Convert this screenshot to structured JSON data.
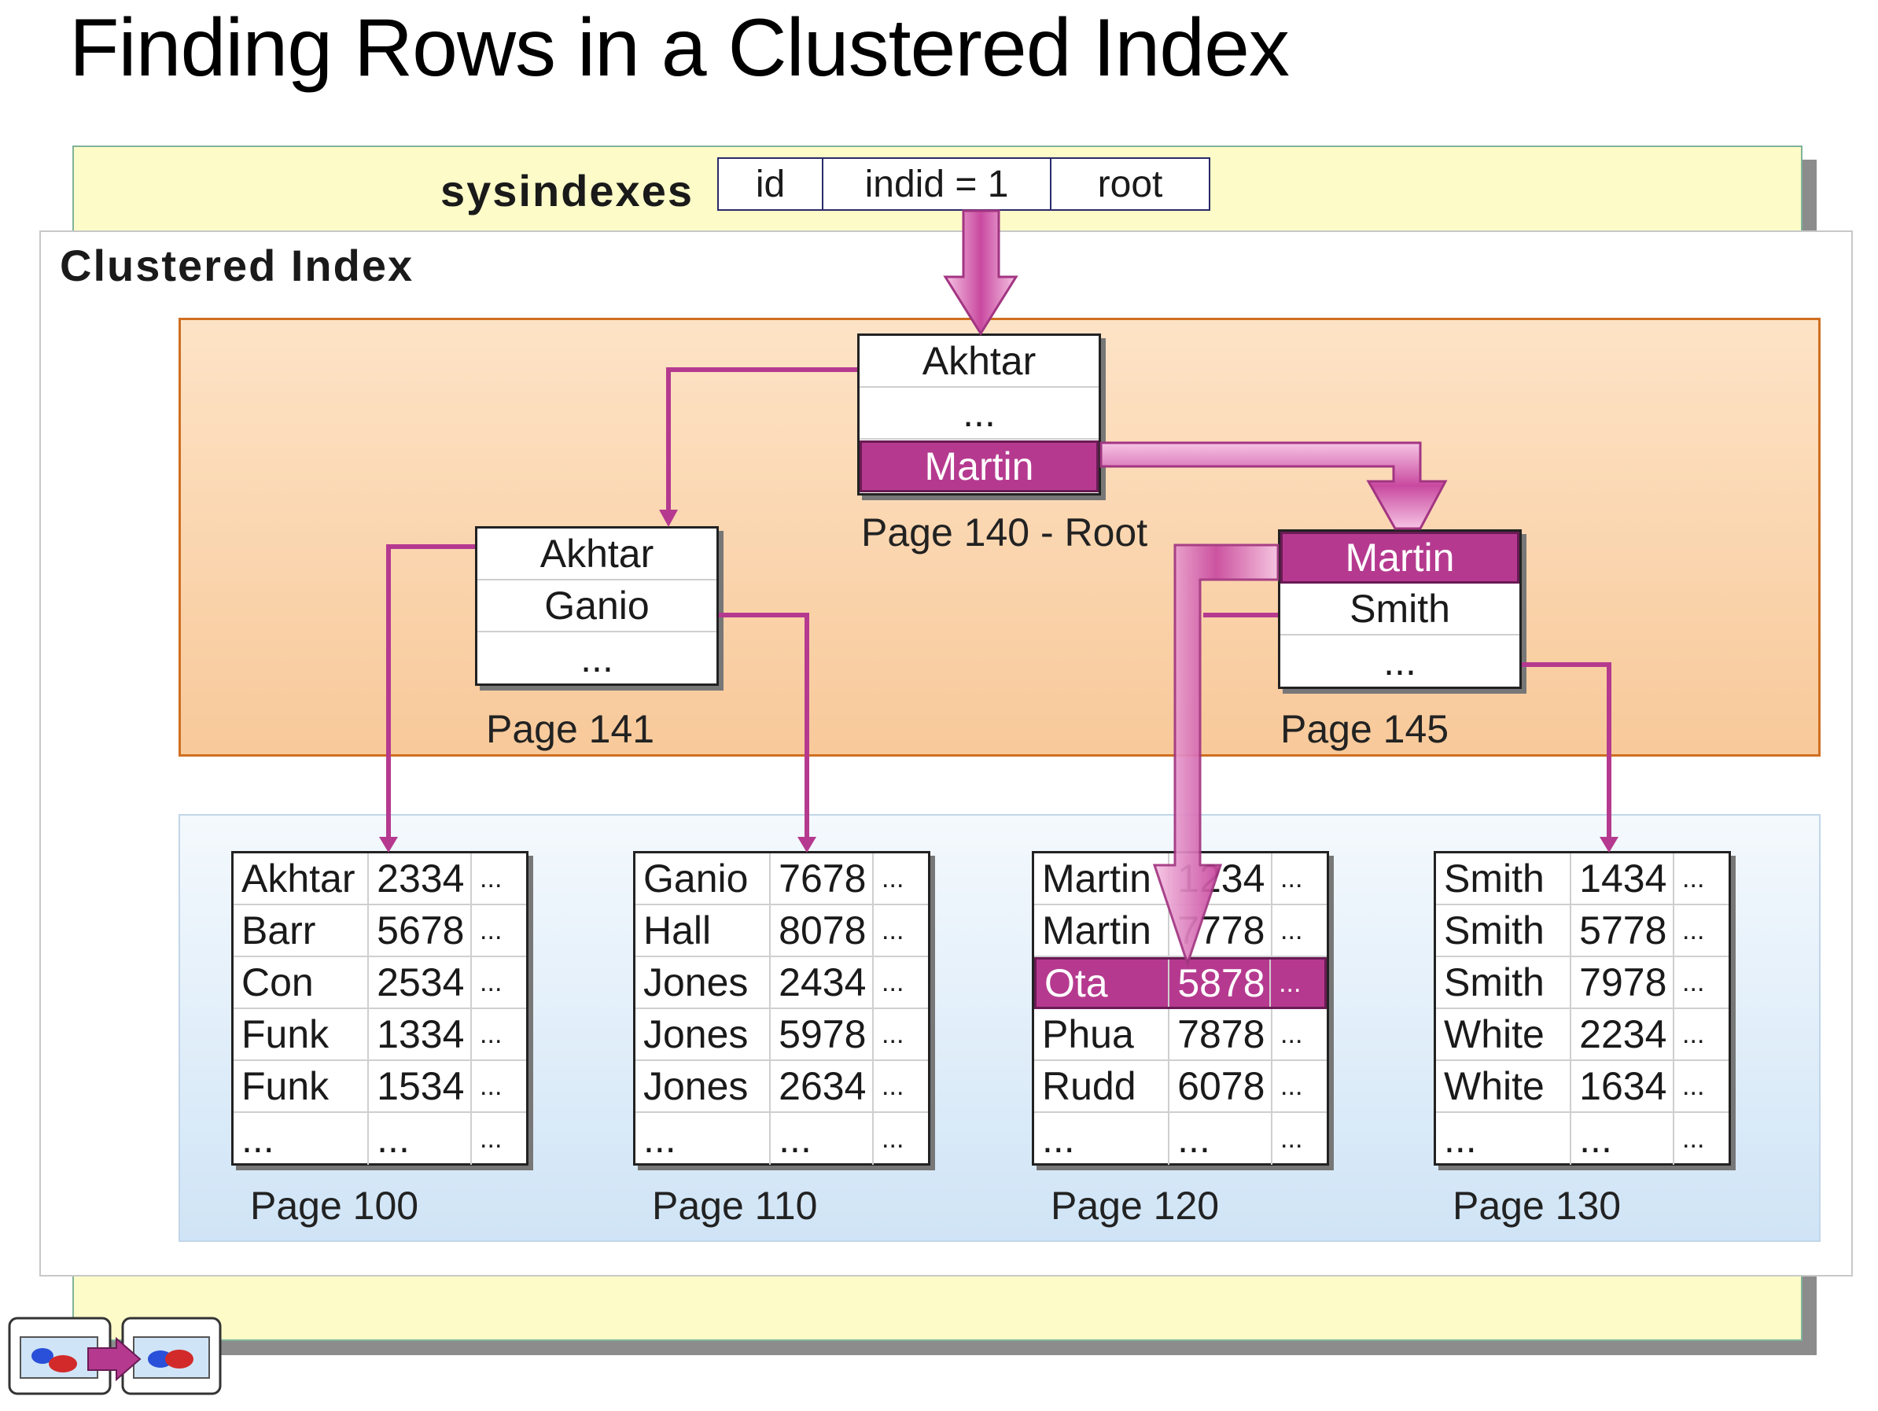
{
  "title": "Finding Rows in a Clustered Index",
  "sysindexes": {
    "label": "sysindexes",
    "columns": [
      "id",
      "indid = 1",
      "root"
    ]
  },
  "clustered_index_label": "Clustered Index",
  "root_page": {
    "rows": [
      "Akhtar",
      "...",
      "Martin"
    ],
    "highlighted_row": 2,
    "caption": "Page 140 - Root"
  },
  "intermediate_pages": [
    {
      "rows": [
        "Akhtar",
        "Ganio",
        "..."
      ],
      "highlighted_row": null,
      "caption": "Page 141"
    },
    {
      "rows": [
        "Martin",
        "Smith",
        "..."
      ],
      "highlighted_row": 0,
      "caption": "Page 145"
    }
  ],
  "leaf_pages": [
    {
      "caption": "Page 100",
      "rows": [
        [
          "Akhtar",
          "2334",
          "..."
        ],
        [
          "Barr",
          "5678",
          "..."
        ],
        [
          "Con",
          "2534",
          "..."
        ],
        [
          "Funk",
          "1334",
          "..."
        ],
        [
          "Funk",
          "1534",
          "..."
        ],
        [
          "...",
          "...",
          "..."
        ]
      ],
      "highlighted_row": null
    },
    {
      "caption": "Page 110",
      "rows": [
        [
          "Ganio",
          "7678",
          "..."
        ],
        [
          "Hall",
          "8078",
          "..."
        ],
        [
          "Jones",
          "2434",
          "..."
        ],
        [
          "Jones",
          "5978",
          "..."
        ],
        [
          "Jones",
          "2634",
          "..."
        ],
        [
          "...",
          "...",
          "..."
        ]
      ],
      "highlighted_row": null
    },
    {
      "caption": "Page 120",
      "rows": [
        [
          "Martin",
          "1234",
          "..."
        ],
        [
          "Martin",
          "7778",
          "..."
        ],
        [
          "Ota",
          "5878",
          "..."
        ],
        [
          "Phua",
          "7878",
          "..."
        ],
        [
          "Rudd",
          "6078",
          "..."
        ],
        [
          "...",
          "...",
          "..."
        ]
      ],
      "highlighted_row": 2
    },
    {
      "caption": "Page 130",
      "rows": [
        [
          "Smith",
          "1434",
          "..."
        ],
        [
          "Smith",
          "5778",
          "..."
        ],
        [
          "Smith",
          "7978",
          "..."
        ],
        [
          "White",
          "2234",
          "..."
        ],
        [
          "White",
          "1634",
          "..."
        ],
        [
          "...",
          "...",
          "..."
        ]
      ],
      "highlighted_row": null
    }
  ],
  "colors": {
    "highlight": "#b53a8f",
    "arrow": "#b53a8f",
    "arrow_light": "#ec9ed0",
    "index_band": "#f8c99a",
    "leaf_band": "#cfe4f6",
    "outer_panel": "#fdfcc8"
  },
  "icons": {
    "navigation": "slide-navigation-icon"
  }
}
